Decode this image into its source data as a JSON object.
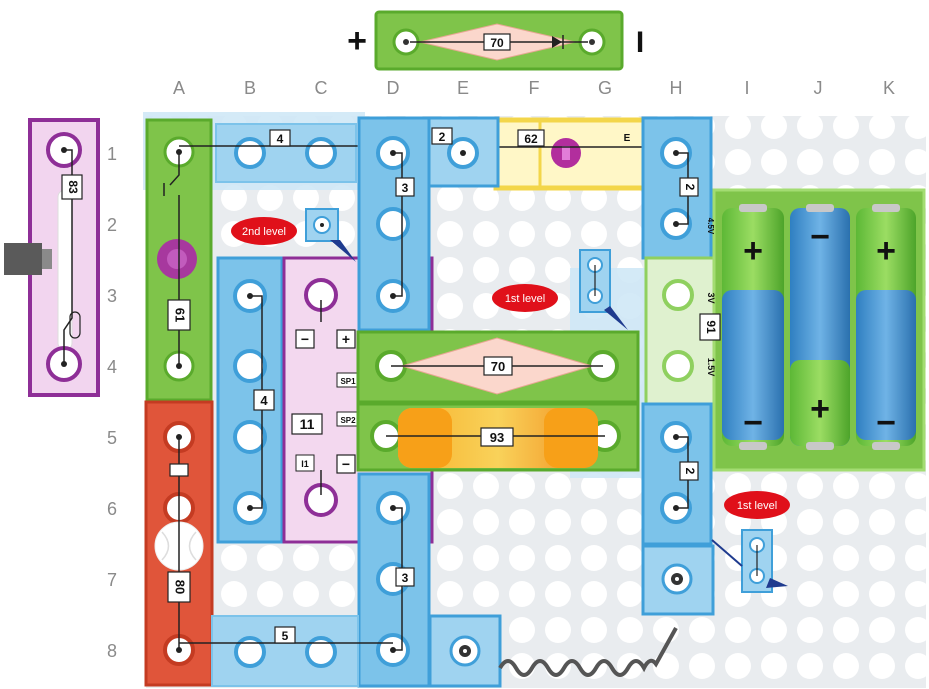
{
  "colors": {
    "board_bg": "#e9ecef",
    "blue_part": "#7cc3ea",
    "blue_border": "#3f9fd9",
    "green_part": "#7fc44a",
    "green_border": "#5aaa2c",
    "purple_part": "#b257b7",
    "purple_border": "#8e2f97",
    "red_part": "#e0553a",
    "yellow_part": "#f3d64a",
    "label_red": "#e0101a"
  },
  "legend": {
    "plus": "+",
    "minus": "I",
    "lamp_number": "70"
  },
  "columns": [
    "A",
    "B",
    "C",
    "D",
    "E",
    "F",
    "G",
    "H",
    "I",
    "J",
    "K"
  ],
  "rows": [
    "1",
    "2",
    "3",
    "4",
    "5",
    "6",
    "7",
    "8"
  ],
  "parts": {
    "conductor_4_top": "4",
    "conductor_2_top": "2",
    "resistor_62": "62",
    "led_label": "E",
    "conductor_3_d": "3",
    "conductor_2_h_top": "2",
    "reed_switch_83": "83",
    "press_switch_61": "61",
    "lamp_70": "70",
    "fan_motor_93": "93",
    "conductor_4_b": "4",
    "ic_11": "11",
    "ic_11_minus_top": "−",
    "ic_11_plus": "+",
    "ic_11_sp1": "SP1",
    "ic_11_sp2": "SP2",
    "ic_11_i1": "I1",
    "ic_11_minus_bottom": "−",
    "battery_91": "91",
    "battery_3v": "3V",
    "battery_45v": "4.5V",
    "battery_15v": "1.5V",
    "speaker_80": "80",
    "conductor_3_d_low": "3",
    "conductor_2_h_low": "2",
    "conductor_5": "5"
  },
  "callouts": {
    "second_level": "2nd level",
    "first_level_a": "1st level",
    "first_level_b": "1st level"
  },
  "battery_signs": [
    "+",
    "−",
    "+",
    "−",
    "+",
    "−"
  ]
}
